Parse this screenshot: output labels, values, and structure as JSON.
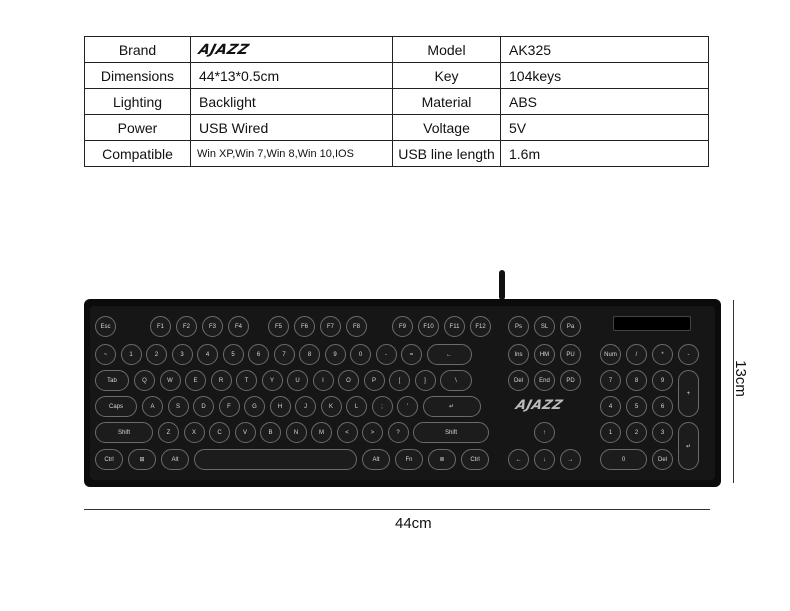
{
  "specs": {
    "rows": [
      {
        "k1": "Brand",
        "v1": "AJAZZ",
        "k2": "Model",
        "v2": "AK325"
      },
      {
        "k1": "Dimensions",
        "v1": "44*13*0.5cm",
        "k2": "Key",
        "v2": "104keys"
      },
      {
        "k1": "Lighting",
        "v1": "Backlight",
        "k2": "Material",
        "v2": "ABS"
      },
      {
        "k1": "Power",
        "v1": "USB Wired",
        "k2": "Voltage",
        "v2": "5V"
      },
      {
        "k1": "Compatible",
        "v1": "Win XP,Win 7,Win 8,Win 10,IOS",
        "k2": "USB line length",
        "v2": "1.6m"
      }
    ]
  },
  "keyboard": {
    "logo": "AJAZZ",
    "rows": [
      [
        "Esc",
        "F1",
        "F2",
        "F3",
        "F4",
        "F5",
        "F6",
        "F7",
        "F8",
        "F9",
        "F10",
        "F11",
        "F12",
        "Ps",
        "SL",
        "Pa"
      ],
      [
        "~",
        "1",
        "2",
        "3",
        "4",
        "5",
        "6",
        "7",
        "8",
        "9",
        "0",
        "-",
        "=",
        "←",
        "Ins",
        "HM",
        "PU",
        "Num",
        "/",
        "*",
        "-"
      ],
      [
        "Tab",
        "Q",
        "W",
        "E",
        "R",
        "T",
        "Y",
        "U",
        "I",
        "O",
        "P",
        "[",
        "]",
        "\\",
        "Del",
        "End",
        "PD",
        "7",
        "8",
        "9",
        "+"
      ],
      [
        "Caps",
        "A",
        "S",
        "D",
        "F",
        "G",
        "H",
        "J",
        "K",
        "L",
        ";",
        "'",
        "↵",
        "4",
        "5",
        "6"
      ],
      [
        "Shift",
        "Z",
        "X",
        "C",
        "V",
        "B",
        "N",
        "M",
        "<",
        ">",
        "?",
        "Shift",
        "↑",
        "1",
        "2",
        "3",
        "↵"
      ],
      [
        "Ctrl",
        "⊞",
        "Alt",
        "",
        "Alt",
        "Fn",
        "≣",
        "Ctrl",
        "←",
        "↓",
        "→",
        "0",
        "Del"
      ]
    ]
  },
  "dimensions": {
    "width": "44cm",
    "height": "13cm"
  }
}
